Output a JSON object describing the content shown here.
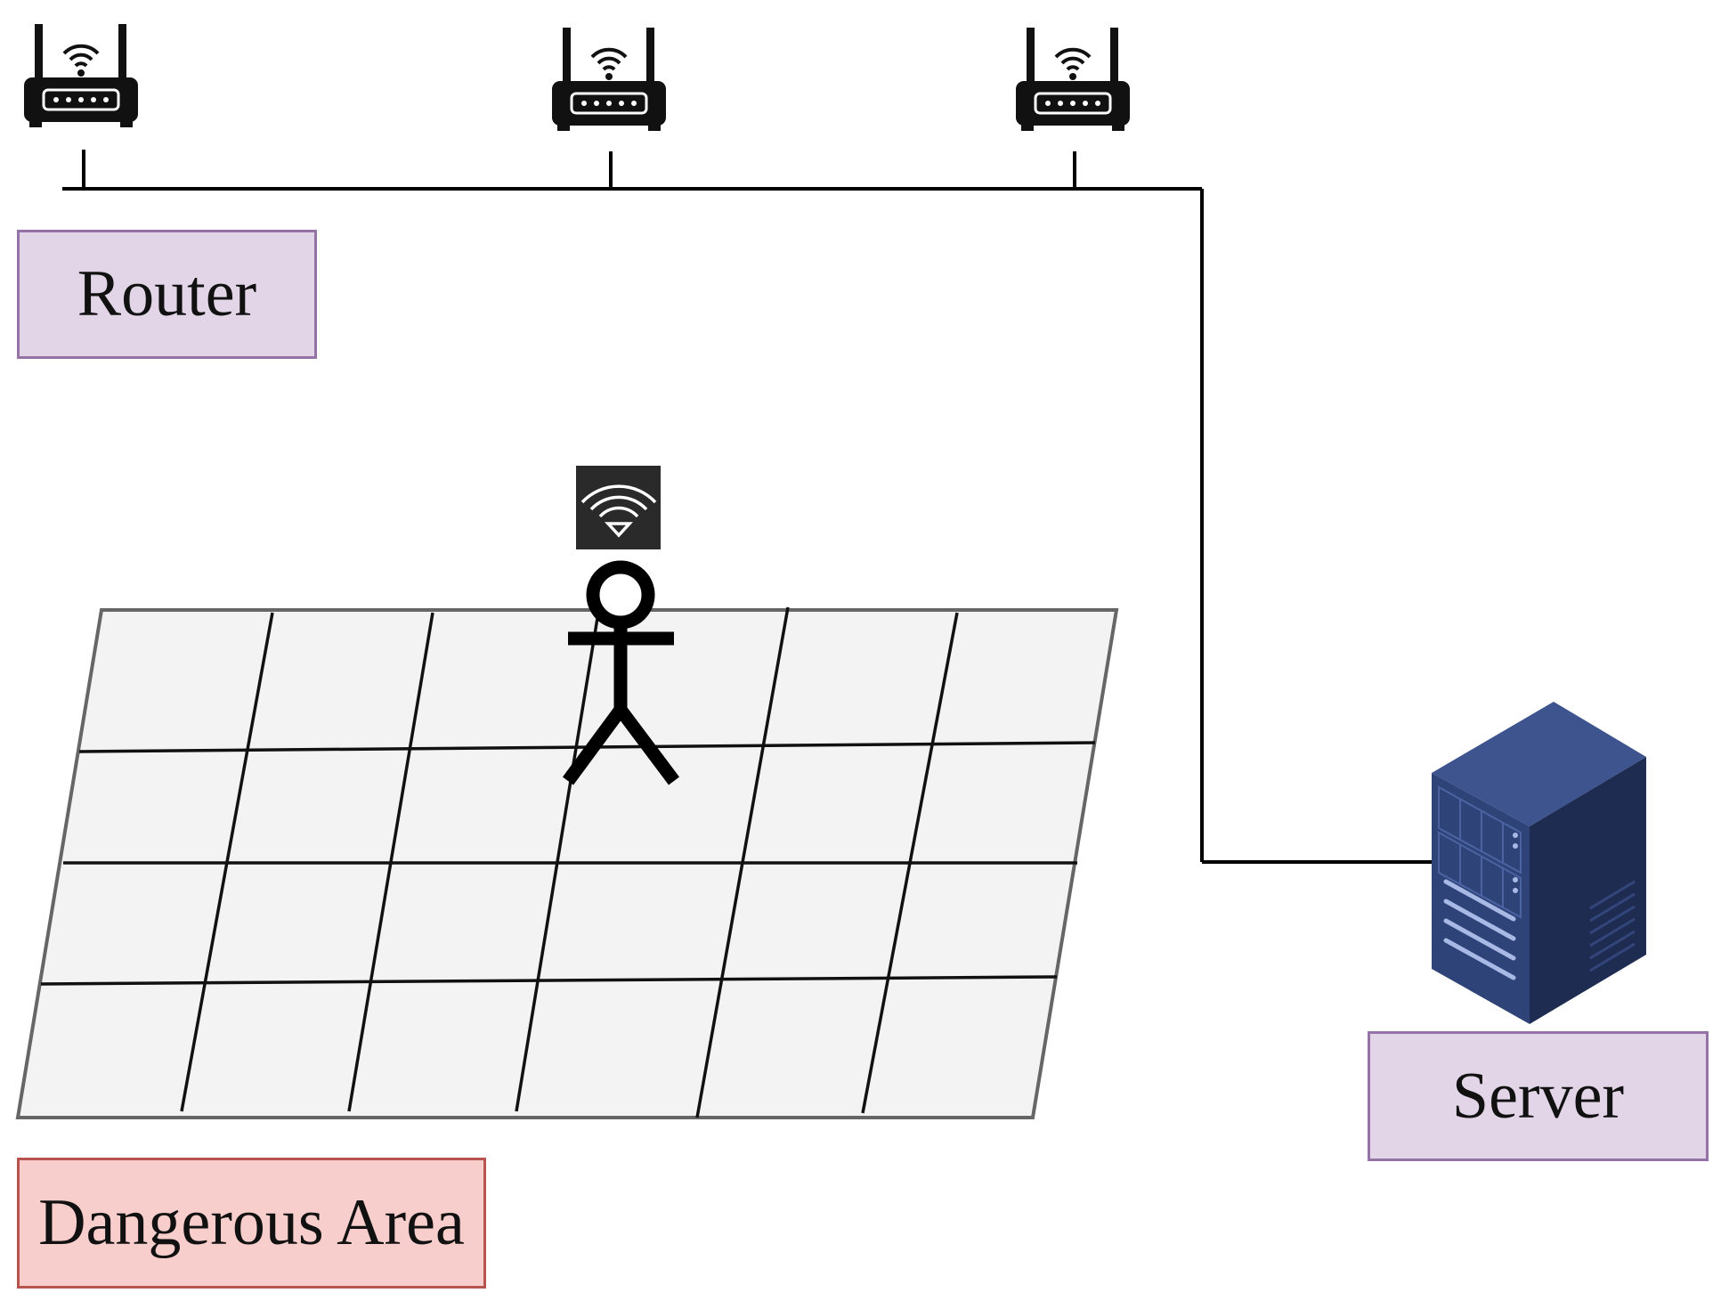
{
  "labels": {
    "router": "Router",
    "server": "Server",
    "dangerous_area": "Dangerous Area"
  },
  "colors": {
    "router_box_fill": "#e1d5e7",
    "router_box_stroke": "#9673a6",
    "danger_box_fill": "#f8cecc",
    "danger_box_stroke": "#b85450",
    "grid_fill": "#f3f3f3",
    "grid_border": "#666666",
    "server_front": "#2e4478",
    "server_side": "#1e2c52",
    "server_top": "#3d548f",
    "line": "#000000"
  },
  "icons": {
    "router": "wifi-router-icon",
    "server": "server-rack-icon",
    "person": "stick-figure-icon",
    "tag": "wifi-tag-icon"
  },
  "router_count": 3,
  "grid": {
    "rows": 4,
    "cols": 6
  }
}
